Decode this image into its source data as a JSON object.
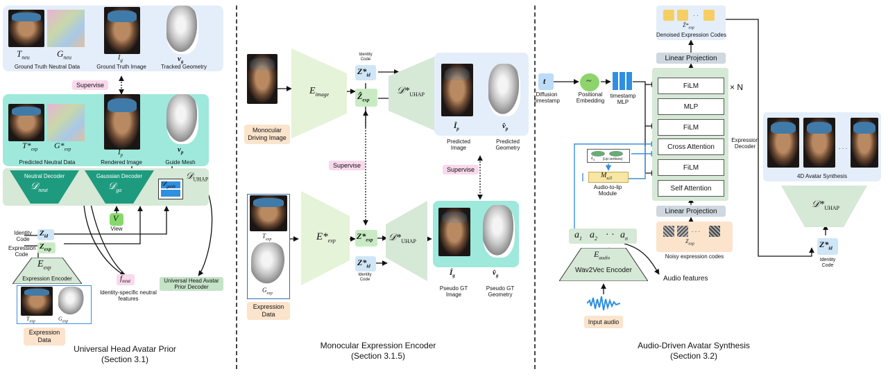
{
  "sections": {
    "left": {
      "title": "Universal Head Avatar Prior",
      "subtitle": "(Section 3.1)"
    },
    "middle": {
      "title": "Monocular Expression Encoder",
      "subtitle": "(Section 3.1.5)"
    },
    "right": {
      "title": "Audio-Driven Avatar Synthesis",
      "subtitle": "(Section 3.2)"
    }
  },
  "left": {
    "gt_neutral": "Ground Truth Neutral Data",
    "gt_image": "Ground Truth Image",
    "tracked_geometry": "Tracked Geometry",
    "supervise": "Supervise",
    "pred_neutral": "Predicted Neutral Data",
    "rendered_image": "Rendered Image",
    "guide_mesh": "Guide Mesh",
    "neutral_decoder": "Neutral Decoder",
    "gaussian_decoder": "Gaussian Decoder",
    "view": "View",
    "identity_code": "Identity Code",
    "expression_code": "Expression Code",
    "expression_encoder": "Expression Encoder",
    "expression_data": "Expression Data",
    "identity_features": "Identity-specific neutral features",
    "uhap_decoder": "Universal Head Avatar Prior Decoder",
    "sym_t_neu": "T",
    "sym_t_neu_sub": "neu",
    "sym_g_neu": "G",
    "sym_g_neu_sub": "neu",
    "sym_i_g": "I",
    "sym_i_g_sub": "g",
    "sym_v_g": "v",
    "sym_v_g_sub": "g",
    "sym_t_exp_star": "T*",
    "sym_t_exp_star_sub": "exp",
    "sym_g_exp_star": "G*",
    "sym_g_exp_star_sub": "exp",
    "sym_i_p": "I",
    "sym_i_p_sub": "p",
    "sym_v_p": "v",
    "sym_v_p_sub": "p",
    "sym_d_neut": "𝒟",
    "sym_d_neut_sub": "neut",
    "sym_d_ga": "𝒟",
    "sym_d_ga_sub": "ga",
    "sym_d_guide": "𝒟",
    "sym_d_guide_sub": "guide",
    "sym_d_uhap": "𝒟",
    "sym_d_uhap_sub": "UHAP",
    "sym_v": "V",
    "sym_z_id": "Z",
    "sym_z_id_sub": "id",
    "sym_z_exp": "Z",
    "sym_z_exp_sub": "exp",
    "sym_e_exp": "E",
    "sym_e_exp_sub": "exp",
    "sym_f_neut": "f",
    "sym_f_neut_sub": "neut",
    "sym_t_exp": "T",
    "sym_t_exp_sub": "exp",
    "sym_g_exp": "G",
    "sym_g_exp_sub": "exp"
  },
  "middle": {
    "monocular_driving": "Monocular Driving Image",
    "identity_code": "Identity Code",
    "supervise_a": "Supervise",
    "supervise_b": "Supervise",
    "predicted_image": "Predicted Image",
    "predicted_geometry": "Predicted Geometry",
    "expression_data": "Expression Data",
    "identity_code_b": "Identity Code",
    "pseudo_gt_image": "Pseudo GT Image",
    "pseudo_gt_geometry": "Pseudo GT Geometry",
    "sym_e_image": "E",
    "sym_e_image_sub": "image",
    "sym_e_exp": "E*",
    "sym_e_exp_sub": "exp",
    "sym_z_id": "Z*",
    "sym_z_id_sub": "id",
    "sym_z_exp_hat": "Ẑ",
    "sym_z_exp_hat_sub": "exp",
    "sym_z_exp": "Z*",
    "sym_z_exp_sub": "exp",
    "sym_d_uhap": "𝒟*",
    "sym_d_uhap_sub": "UHAP",
    "sym_i_p": "Î",
    "sym_i_p_sub": "p",
    "sym_v_p": "v̂",
    "sym_v_p_sub": "p",
    "sym_i_g": "Î",
    "sym_i_g_sub": "g",
    "sym_v_g": "v̂",
    "sym_v_g_sub": "g",
    "sym_t_exp": "T",
    "sym_t_exp_sub": "exp",
    "sym_g_exp": "G",
    "sym_g_exp_sub": "exp"
  },
  "right": {
    "diffusion_timestamp": "Diffusion timestamp",
    "positional_embedding": "Positional Embedding",
    "timestamp_mlp": "timestamp MLP",
    "linear_projection_top": "Linear Projection",
    "denoised_codes": "Denoised Expression Codes",
    "film_1": "FiLM",
    "mlp": "MLP",
    "film_2": "FiLM",
    "cross_attention": "Cross Attention",
    "film_3": "FiLM",
    "self_attention": "Self Attention",
    "linear_projection_bottom": "Linear Projection",
    "times_n": "× N",
    "expression_decoder": "Expression Decoder",
    "lip_vertices": "(Lip vertices)",
    "audio_to_lip": "Audio-to-lip Module",
    "wav2vec": "Wav2Vec Encoder",
    "audio_features": "Audio features",
    "input_audio": "Input audio",
    "noisy_codes": "Noisy expression codes",
    "synthesis": "4D Avatar Synthesis",
    "identity_code": "Identity Code",
    "ellipsis": "· · ·",
    "sym_t": "t",
    "sym_tilde": "~",
    "sym_l": "L",
    "sym_l_sub": "s",
    "sym_m": "M",
    "sym_m_sub": "a2l",
    "sym_a1": "a",
    "sym_a1_sub": "1",
    "sym_a2": "a",
    "sym_a2_sub": "2",
    "sym_dots": "· ·",
    "sym_an": "a",
    "sym_an_sub": "n",
    "sym_e_audio": "E",
    "sym_e_audio_sub": "audio",
    "sym_z_exp_top": "Ẑ*",
    "sym_z_exp_top_sub": "exp",
    "sym_z_exp_noisy": "Z",
    "sym_z_exp_noisy_sub": "exp",
    "sym_d_uhap": "𝒟*",
    "sym_d_uhap_sub": "UHAP",
    "sym_z_id": "Z*",
    "sym_z_id_sub": "id"
  },
  "colors": {
    "light_blue": "#e4eefa",
    "teal": "#9ee9dc",
    "mint": "#d6e8d6",
    "green_block": "#1e9b7e",
    "decoder_green": "#e5f3d8",
    "peach": "#fbe3cc",
    "pink": "#f9d9ec",
    "yellow": "#f7ce64",
    "z_blue": "#cfe6f7",
    "z_green": "#c9ebc4",
    "blue_arrow": "#3b8ede"
  }
}
